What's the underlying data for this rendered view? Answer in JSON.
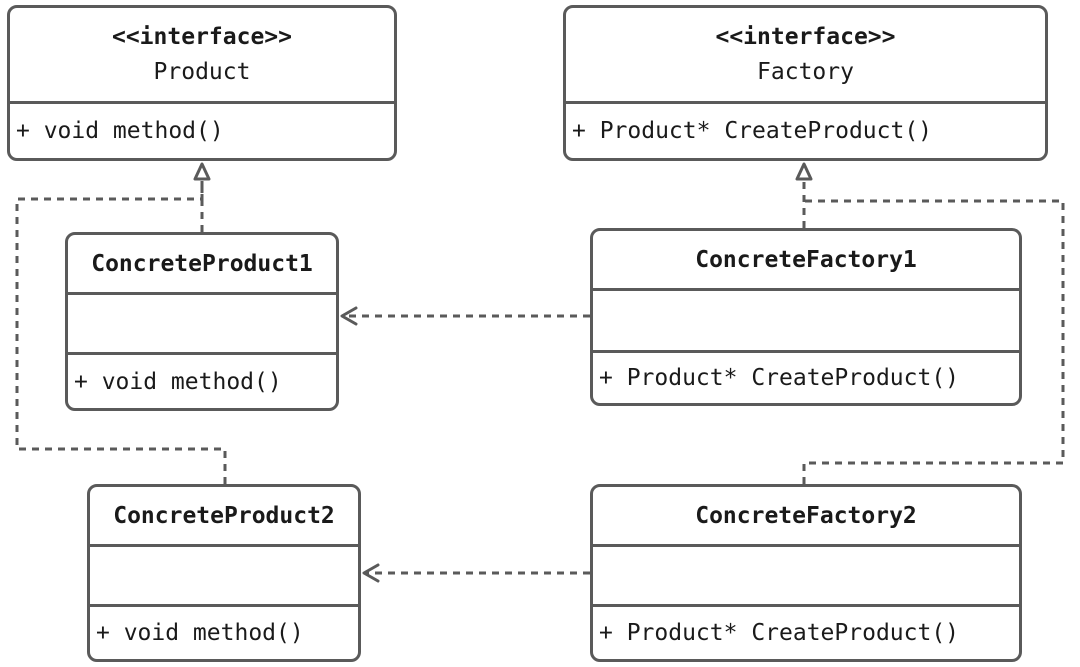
{
  "product": {
    "stereotype": "<<interface>>",
    "name": "Product",
    "method": "+ void method()"
  },
  "factory": {
    "stereotype": "<<interface>>",
    "name": "Factory",
    "method": "+ Product* CreateProduct()"
  },
  "concrete_product_1": {
    "name": "ConcreteProduct1",
    "attributes": "",
    "method": "+ void method()"
  },
  "concrete_product_2": {
    "name": "ConcreteProduct2",
    "attributes": "",
    "method": "+ void method()"
  },
  "concrete_factory_1": {
    "name": "ConcreteFactory1",
    "attributes": "",
    "method": "+ Product* CreateProduct()"
  },
  "concrete_factory_2": {
    "name": "ConcreteFactory2",
    "attributes": "",
    "method": "+ Product* CreateProduct()"
  },
  "colors": {
    "line": "#5a5a5a",
    "text": "#1a1a1a",
    "background": "#ffffff"
  }
}
